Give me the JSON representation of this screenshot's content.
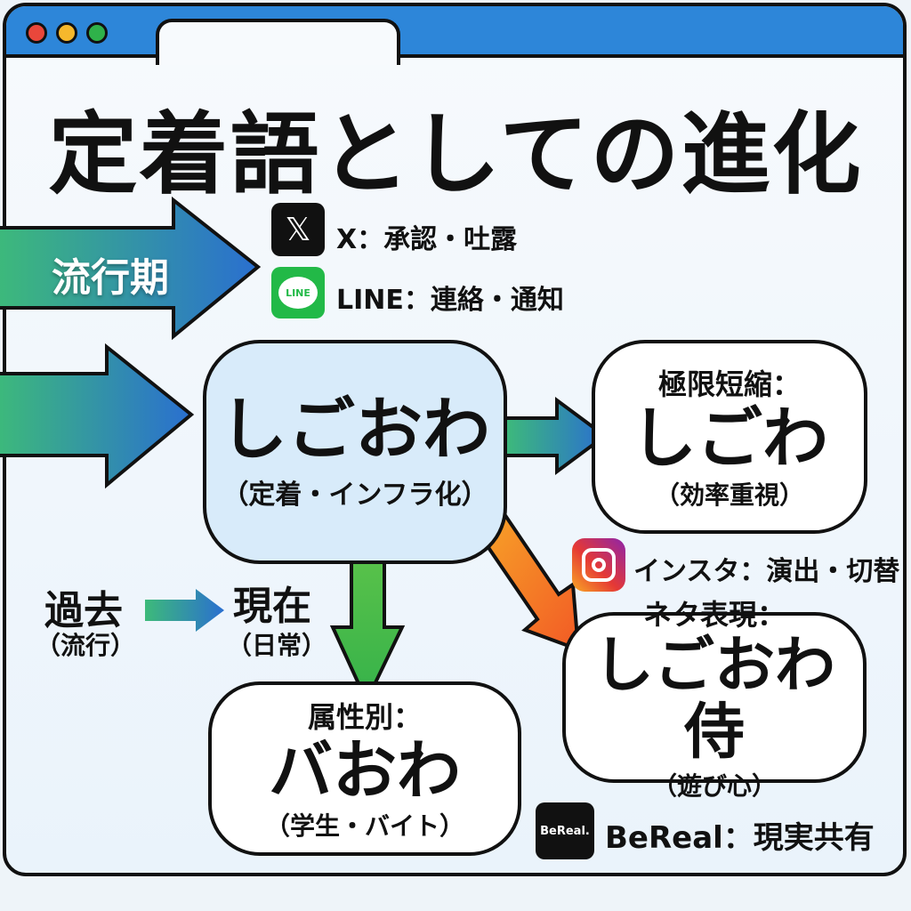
{
  "window": {
    "controls": [
      "close",
      "minimize",
      "maximize"
    ],
    "colors": {
      "close": "#e9473b",
      "minimize": "#f6b82c",
      "maximize": "#2fb24a",
      "bar": "#2d86d9"
    }
  },
  "title": "定着語としての進化",
  "trend_arrow": {
    "label": "流行期"
  },
  "platforms": {
    "x": {
      "icon": "x-logo-icon",
      "text": "X：承認・吐露"
    },
    "line": {
      "icon": "line-logo-icon",
      "icon_text": "LINE",
      "text": "LINE：連絡・通知"
    },
    "instagram": {
      "icon": "instagram-logo-icon",
      "text": "インスタ：演出・切替"
    },
    "bereal": {
      "icon": "bereal-logo-icon",
      "icon_text": "BeReal.",
      "text": "BeReal：現実共有"
    }
  },
  "center": {
    "main": "しごおわ",
    "sub": "（定着・インフラ化）"
  },
  "short": {
    "heading": "極限短縮：",
    "main": "しごわ",
    "sub": "（効率重視）"
  },
  "joke": {
    "heading": "ネタ表現：",
    "main": "しごおわ侍",
    "sub": "（遊び心）"
  },
  "attribute": {
    "heading": "属性別：",
    "main": "バおわ",
    "sub": "（学生・バイト）"
  },
  "timeline": {
    "past": "過去",
    "past_sub": "（流行）",
    "present": "現在",
    "present_sub": "（日常）"
  }
}
